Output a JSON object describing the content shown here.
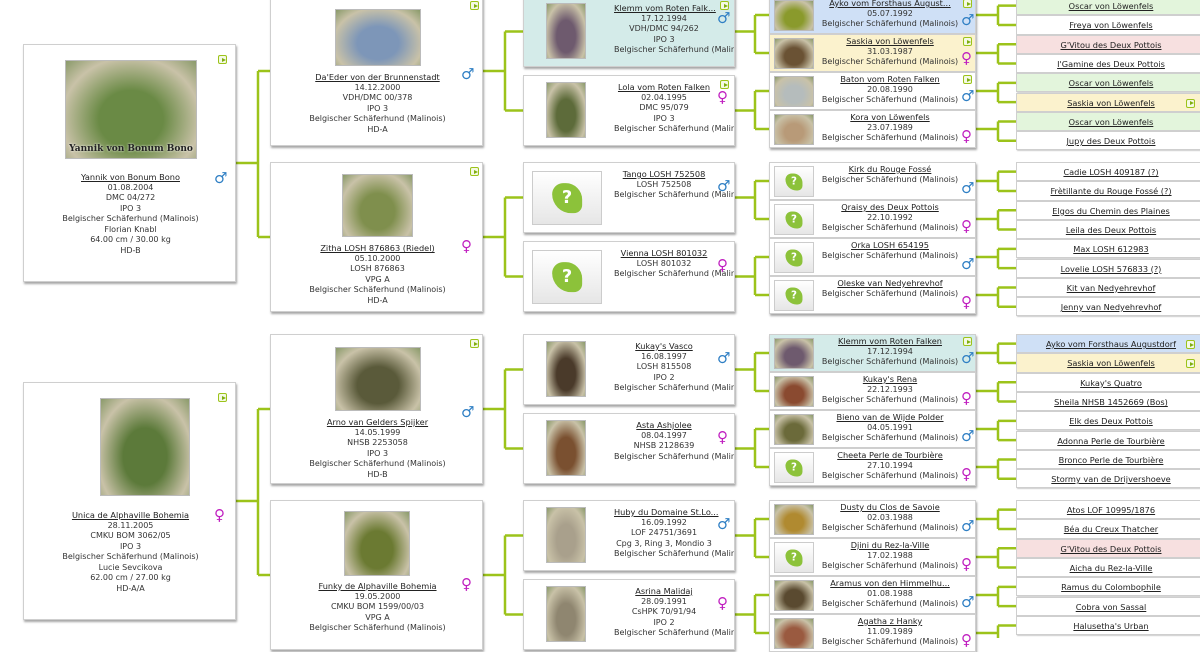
{
  "colors": {
    "connector": "#9cc31a",
    "teal": "#d4ebe9",
    "blue": "#cfe0f6",
    "yellow": "#fbf2cd",
    "green": "#e3f5dc",
    "pink": "#f7e0e0"
  },
  "sex_symbols": {
    "male": "♂",
    "female": "♀"
  },
  "no_photo_symbol": "?",
  "pedigrees": [
    {
      "subject": {
        "name": "Yannik von Bonum Bono",
        "sex": "male",
        "play": true,
        "photo": "#6a8a45",
        "watermark": "Yannik von Bonum Bono",
        "lines": [
          "01.08.2004",
          "DMC 04/272",
          "IPO 3",
          "Belgischer Schäferhund (Malinois)",
          "Florian Knabl",
          "64.00 cm / 30.00 kg",
          "HD-B"
        ]
      },
      "parents": [
        {
          "name": "Da'Eder von der Brunnenstadt",
          "sex": "male",
          "play": true,
          "photo": "#7d96b8",
          "lines": [
            "14.12.2000",
            "VDH/DMC 00/378",
            "IPO 3",
            "Belgischer Schäferhund (Malinois)",
            "HD-A"
          ]
        },
        {
          "name": "Zitha LOSH 876863 (Riedel)",
          "sex": "female",
          "play": true,
          "photo": "#7f8f4d",
          "lines": [
            "05.10.2000",
            "LOSH 876863",
            "VPG A",
            "Belgischer Schäferhund (Malinois)",
            "HD-A"
          ]
        }
      ],
      "grandparents": [
        {
          "name": "Klemm vom Roten Falk...",
          "sex": "male",
          "play": true,
          "bg": "teal",
          "photo": "#6e5a6e",
          "lines": [
            "17.12.1994",
            "VDH/DMC 94/262",
            "IPO 3",
            "Belgischer Schäferhund (Malin..."
          ]
        },
        {
          "name": "Lola vom Roten Falken",
          "sex": "female",
          "play": true,
          "photo": "#5d6b3a",
          "lines": [
            "02.04.1995",
            "DMC 95/079",
            "IPO 3",
            "Belgischer Schäferhund (Malin..."
          ]
        },
        {
          "name": "Tango LOSH 752508",
          "sex": "male",
          "photo": null,
          "lines": [
            "LOSH 752508",
            "Belgischer Schäferhund (Malin..."
          ]
        },
        {
          "name": "Vienna LOSH 801032",
          "sex": "female",
          "photo": null,
          "lines": [
            "LOSH 801032",
            "Belgischer Schäferhund (Malin..."
          ]
        }
      ],
      "great_grandparents": [
        {
          "name": "Ayko vom Forsthaus August...",
          "sex": "male",
          "play": true,
          "bg": "blue",
          "photo": "#8a9a2c",
          "lines": [
            "05.07.1992",
            "Belgischer Schäferhund (Malinois)"
          ]
        },
        {
          "name": "Saskia von Löwenfels",
          "sex": "female",
          "play": true,
          "bg": "yellow",
          "photo": "#6a5234",
          "lines": [
            "31.03.1987",
            "Belgischer Schäferhund (Malinois)"
          ]
        },
        {
          "name": "Baton vom Roten Falken",
          "sex": "male",
          "play": true,
          "photo": "#b5bcbc",
          "lines": [
            "20.08.1990",
            "Belgischer Schäferhund (Malinois)"
          ]
        },
        {
          "name": "Kora von Löwenfels",
          "sex": "female",
          "photo": "#b89a78",
          "lines": [
            "23.07.1989",
            "Belgischer Schäferhund (Malinois)"
          ]
        },
        {
          "name": "Kirk du Rouge Fossé",
          "sex": "male",
          "photo": null,
          "lines": [
            "Belgischer Schäferhund (Malinois)"
          ]
        },
        {
          "name": "Qraisy des Deux Pottois",
          "sex": "female",
          "photo": null,
          "lines": [
            "22.10.1992",
            "Belgischer Schäferhund (Malinois)"
          ]
        },
        {
          "name": "Orka LOSH 654195",
          "sex": "male",
          "photo": null,
          "lines": [
            "Belgischer Schäferhund (Malinois)"
          ]
        },
        {
          "name": "Oleske van Nedyehrevhof",
          "sex": "female",
          "photo": null,
          "lines": [
            "Belgischer Schäferhund (Malinois)"
          ]
        }
      ],
      "ancestors": [
        {
          "name": "Oscar von Löwenfels",
          "bg": "green"
        },
        {
          "name": "Freya von Löwenfels"
        },
        {
          "name": "G'Vitou des Deux Pottois",
          "bg": "pink"
        },
        {
          "name": "I'Gamine des Deux Pottois"
        },
        {
          "name": "Oscar von Löwenfels",
          "bg": "green"
        },
        {
          "name": "Saskia von Löwenfels",
          "bg": "yellow",
          "play": true
        },
        {
          "name": "Oscar von Löwenfels",
          "bg": "green"
        },
        {
          "name": "Jupy des Deux Pottois"
        },
        {
          "name": "Cadie LOSH 409187 (?)"
        },
        {
          "name": "Frètillante du Rouge Fossé (?)"
        },
        {
          "name": "Elgos du Chemin des Plaines"
        },
        {
          "name": "Leila des Deux Pottois"
        },
        {
          "name": "Max LOSH 612983"
        },
        {
          "name": "Lovelie LOSH 576833 (?)"
        },
        {
          "name": "Kit van Nedyehrevhof"
        },
        {
          "name": "Jenny van Nedyehrevhof"
        }
      ]
    },
    {
      "subject": {
        "name": "Unica de Alphaville Bohemia",
        "sex": "female",
        "play": true,
        "photo": "#5c7a3a",
        "lines": [
          "28.11.2005",
          "CMKU BOM 3062/05",
          "IPO 3",
          "Belgischer Schäferhund (Malinois)",
          "Lucie Sevcikova",
          "62.00 cm / 27.00 kg",
          "HD-A/A"
        ]
      },
      "parents": [
        {
          "name": "Arno van Gelders Spijker",
          "sex": "male",
          "play": true,
          "photo": "#5a5a3a",
          "lines": [
            "14.05.1999",
            "NHSB 2253058",
            "IPO 3",
            "Belgischer Schäferhund (Malinois)",
            "HD-B"
          ]
        },
        {
          "name": "Funky de Alphaville Bohemia",
          "sex": "female",
          "photo": "#6b7a32",
          "lines": [
            "19.05.2000",
            "CMKU BOM 1599/00/03",
            "VPG A",
            "Belgischer Schäferhund (Malinois)"
          ]
        }
      ],
      "grandparents": [
        {
          "name": "Kukay's Vasco",
          "sex": "male",
          "photo": "#4a3a2a",
          "lines": [
            "16.08.1997",
            "LOSH 815508",
            "IPO 2",
            "Belgischer Schäferhund (Malin..."
          ]
        },
        {
          "name": "Asta Ashjolee",
          "sex": "female",
          "photo": "#7a5030",
          "lines": [
            "08.04.1997",
            "NHSB 2128639",
            "Belgischer Schäferhund (Malin..."
          ]
        },
        {
          "name": "Huby du Domaine St.Lo...",
          "sex": "male",
          "photo": "#a9a08c",
          "lines": [
            "16.09.1992",
            "LOF 24751/3691",
            "Cpg 3, Ring 3, Mondio 3",
            "Belgischer Schäferhund (Malin..."
          ]
        },
        {
          "name": "Asrina Malidaj",
          "sex": "female",
          "photo": "#8f8670",
          "lines": [
            "28.09.1991",
            "CsHPK 70/91/94",
            "IPO 2",
            "Belgischer Schäferhund (Malin..."
          ]
        }
      ],
      "great_grandparents": [
        {
          "name": "Klemm vom Roten Falken",
          "sex": "male",
          "play": true,
          "bg": "teal",
          "photo": "#6e5a6e",
          "lines": [
            "17.12.1994",
            "Belgischer Schäferhund (Malinois)"
          ]
        },
        {
          "name": "Kukay's Rena",
          "sex": "female",
          "photo": "#8a4a30",
          "lines": [
            "22.12.1993",
            "Belgischer Schäferhund (Malinois)"
          ]
        },
        {
          "name": "Bieno van de Wijde Polder",
          "sex": "male",
          "photo": "#6b6a3a",
          "lines": [
            "04.05.1991",
            "Belgischer Schäferhund (Malinois)"
          ]
        },
        {
          "name": "Cheeta Perle de Tourbière",
          "sex": "female",
          "photo": null,
          "lines": [
            "27.10.1994",
            "Belgischer Schäferhund (Malinois)"
          ]
        },
        {
          "name": "Dusty du Clos de Savoie",
          "sex": "male",
          "photo": "#b08a30",
          "lines": [
            "02.03.1988",
            "Belgischer Schäferhund (Malinois)"
          ]
        },
        {
          "name": "Djini du Rez-la-Ville",
          "sex": "female",
          "photo": null,
          "lines": [
            "17.02.1988",
            "Belgischer Schäferhund (Malinois)"
          ]
        },
        {
          "name": "Aramus von den Himmelhu...",
          "sex": "male",
          "photo": "#5a4a30",
          "lines": [
            "01.08.1988",
            "Belgischer Schäferhund (Malinois)"
          ]
        },
        {
          "name": "Agatha z Hanky",
          "sex": "female",
          "photo": "#9a5a40",
          "lines": [
            "11.09.1989",
            "Belgischer Schäferhund (Malinois)"
          ]
        }
      ],
      "ancestors": [
        {
          "name": "Ayko vom Forsthaus Augustdorf",
          "bg": "blue",
          "play": true
        },
        {
          "name": "Saskia von Löwenfels",
          "bg": "yellow",
          "play": true
        },
        {
          "name": "Kukay's Quatro"
        },
        {
          "name": "Sheila NHSB 1452669 (Bos)"
        },
        {
          "name": "Elk des Deux Pottois"
        },
        {
          "name": "Adonna Perle de Tourbière"
        },
        {
          "name": "Bronco Perle de Tourbière"
        },
        {
          "name": "Stormy van de Drijvershoeve"
        },
        {
          "name": "Atos LOF 10995/1876"
        },
        {
          "name": "Béa du Creux Thatcher"
        },
        {
          "name": "G'Vitou des Deux Pottois",
          "bg": "pink"
        },
        {
          "name": "Aicha du Rez-la-Ville"
        },
        {
          "name": "Ramus du Colombophile"
        },
        {
          "name": "Cobra von Sassal"
        },
        {
          "name": "Halusetha's Urban"
        }
      ]
    }
  ]
}
